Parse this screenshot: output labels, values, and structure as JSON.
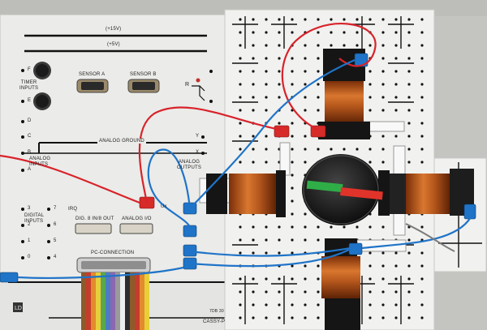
{
  "cassy": {
    "rail_plus15": "(+15V)",
    "rail_plus5": "(+5V)",
    "timer_inputs": "TIMER\nINPUTS",
    "sensor_a": "SENSOR A",
    "sensor_b": "SENSOR B",
    "analog_ground": "ANALOG GROUND",
    "analog_inputs": "ANALOG\nINPUTS",
    "analog_outputs": "ANALOG\nOUTPUTS",
    "digital_inputs": "DIGITAL\nINPUTS",
    "irq": "IRQ",
    "dig_in_out": "DIG. 8 IN/8 OUT",
    "analog_io": "ANALOG I/O",
    "pc_connection": "PC-CONNECTION",
    "model": "CASSY-P",
    "part": "7DB 30",
    "ux": "Ux",
    "letters": {
      "F": "F",
      "E": "E",
      "D": "D",
      "C": "C",
      "B": "B",
      "A": "A",
      "Y": "Y",
      "X": "X",
      "R": "R"
    },
    "digits_left": [
      "3",
      "2",
      "1",
      "0"
    ],
    "digits_right": [
      "7",
      "6",
      "5",
      "4"
    ]
  },
  "colors": {
    "panel": "#ececea",
    "board": "#f1f1ef",
    "wire_red": "#d8232a",
    "wire_blue": "#1f74c8",
    "coil_copper": "#b4561c",
    "pointer_red": "#e0332a",
    "pointer_green": "#2fae47"
  }
}
